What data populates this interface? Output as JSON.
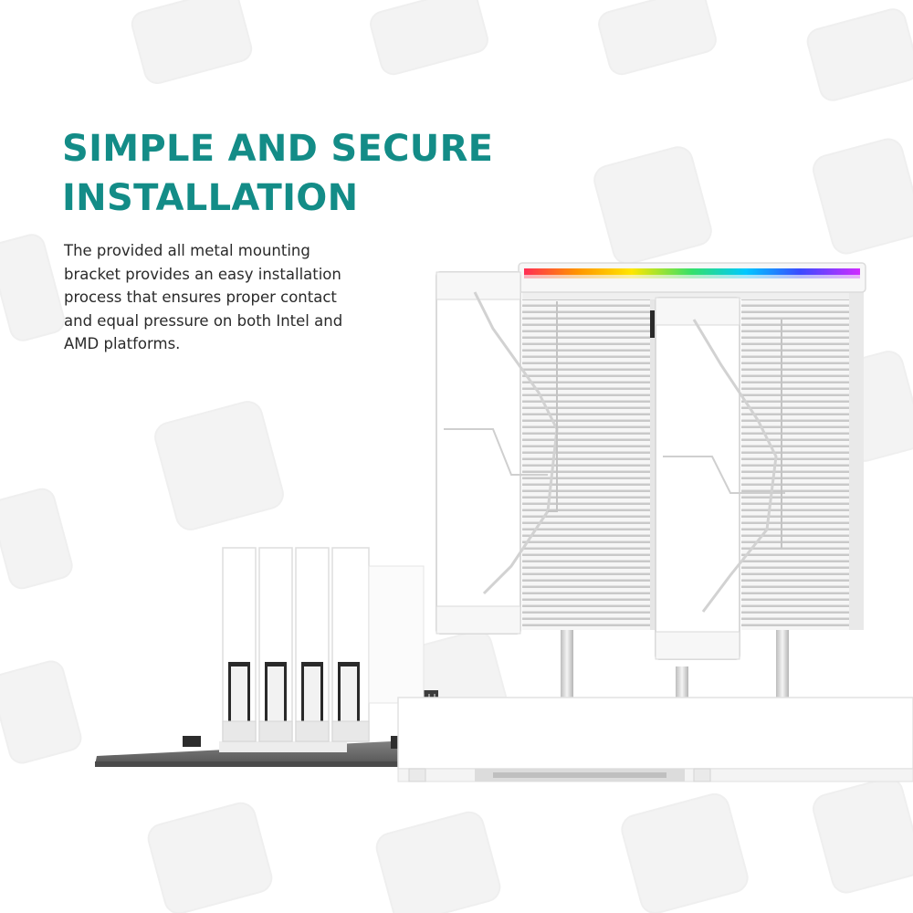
{
  "headline": {
    "line1": "SIMPLE AND SECURE",
    "line2": "INSTALLATION"
  },
  "description": {
    "lines": [
      "The provided all metal mounting",
      "bracket provides an easy installation",
      "process that ensures proper contact",
      "and equal pressure on both Intel and",
      "AMD platforms."
    ]
  },
  "colors": {
    "headline": "#138c87",
    "body_text": "#2a2a2a",
    "background": "#ffffff",
    "board": "#6e6e6e"
  },
  "product": {
    "image": "white-tower-cpu-cooler-on-motherboard-illustration"
  }
}
